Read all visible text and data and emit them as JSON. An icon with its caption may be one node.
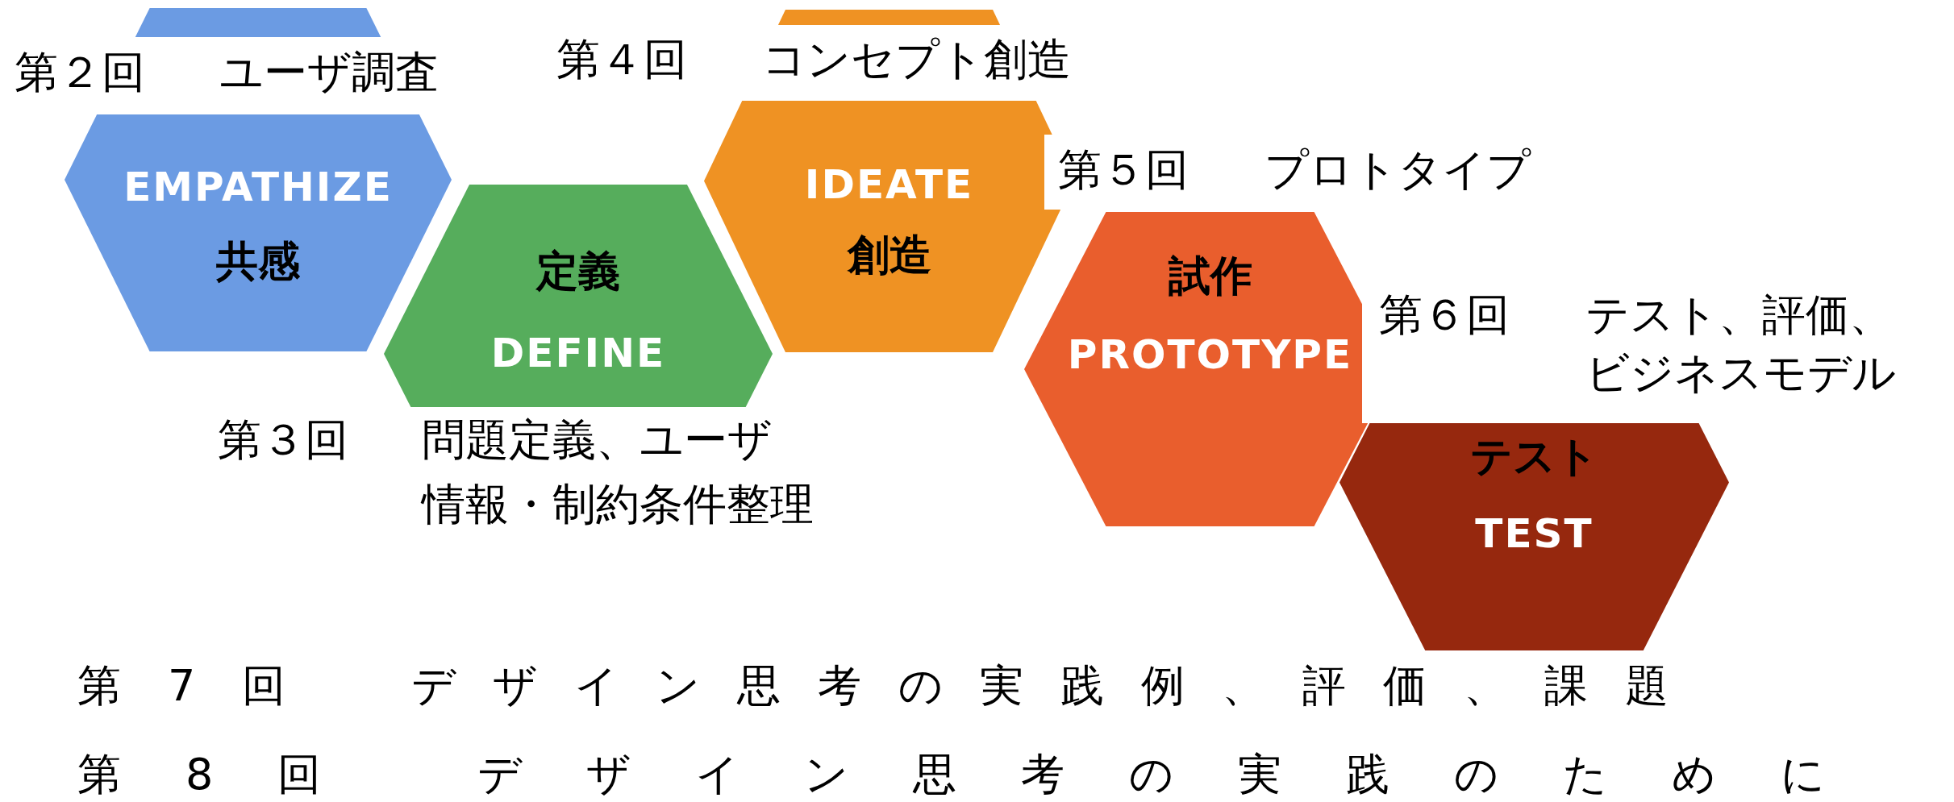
{
  "diagram": {
    "nodes": [
      {
        "text": [
          "EMPATHIZE",
          "共感"
        ]
      },
      {
        "text": [
          "定義",
          "DEFINE"
        ]
      },
      {
        "text": [
          "IDEATE",
          "創造"
        ]
      },
      {
        "text": [
          "試作",
          "PROTOTYPE"
        ]
      },
      {
        "text": [
          "テスト",
          "TEST"
        ]
      }
    ],
    "labels": [
      "第２回",
      "ユーザ調査",
      "第４回",
      "コンセプト創造",
      "第５回",
      "プロトタイプ",
      "第６回",
      "テスト、評価、ビジネスモデル",
      "第３回",
      "問題定義、ユーザ",
      "情報・制約条件整理",
      "第7回",
      "デザイン思考の実践例、評価、課題",
      "第8回",
      "デザイン思考の実践のために"
    ]
  }
}
